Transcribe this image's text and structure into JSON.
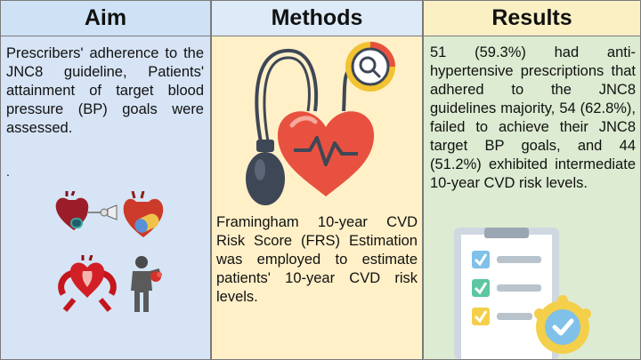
{
  "columns": {
    "aim": {
      "title": "Aim",
      "text": "Prescribers' adherence to the JNC8 guideline, Patients' attainment of target blood pressure (BP) goals were assessed.",
      "marker": ".",
      "icons": [
        "heart-inhaler-icon",
        "heart-pill-icon",
        "heart-ring-icon",
        "chest-pain-person-icon"
      ]
    },
    "methods": {
      "title": "Methods",
      "text": "Framingham 10-year CVD Risk Score (FRS) Estimation was employed to estimate patients' 10-year CVD risk levels.",
      "icons": [
        "blood-pressure-monitor-icon"
      ]
    },
    "results": {
      "title": "Results",
      "text": "51 (59.3%) had anti-hypertensive prescriptions that adhered to the JNC8 guidelines majority, 54 (62.8%), failed to achieve their JNC8 target BP goals, and 44 (51.2%) exhibited intermediate 10-year CVD risk levels.",
      "icons": [
        "checklist-clipboard-icon"
      ]
    }
  },
  "colors": {
    "aim_bg": "#d6e4f5",
    "methods_bg": "#fff0c8",
    "results_bg": "#dcebd1",
    "heart_red": "#e8513f",
    "cuff_dark": "#3d4756"
  }
}
